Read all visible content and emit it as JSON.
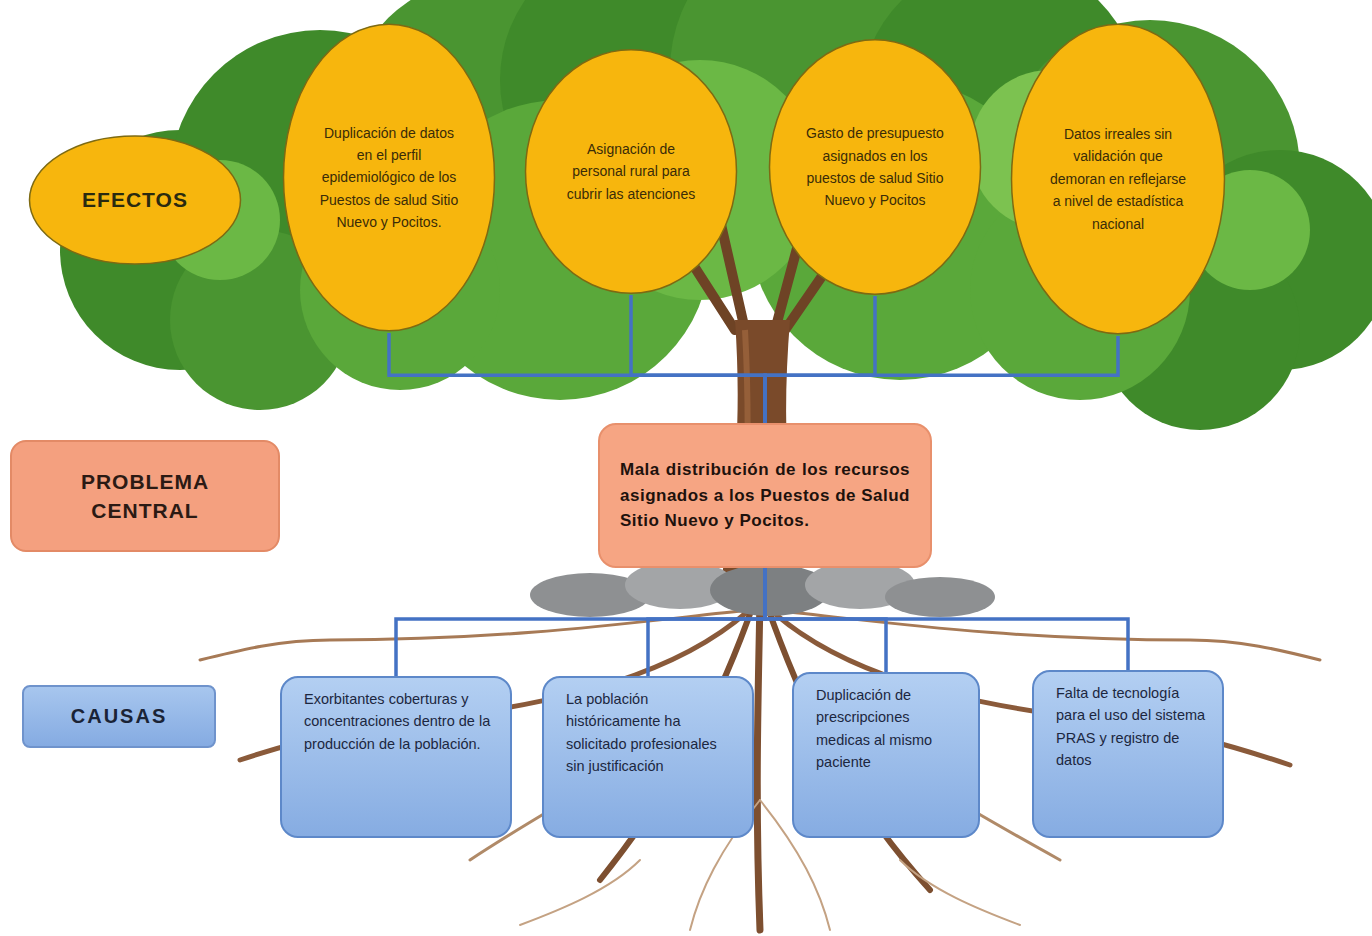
{
  "diagram": {
    "nodes": [
      {
        "text": [
          "EFECTOS"
        ]
      },
      {
        "text": [
          "Duplicación de datos en el perfil epidemiológico de los Puestos de salud Sitio Nuevo y Pocitos."
        ]
      },
      {
        "text": [
          "Asignación de personal rural para cubrir las atenciones"
        ]
      },
      {
        "text": [
          "Gasto de presupuesto asignados en los puestos de salud Sitio Nuevo y Pocitos"
        ]
      },
      {
        "text": [
          "Datos irreales sin validación que demoran en reflejarse a nivel de estadística nacional"
        ]
      },
      {
        "text": [
          "PROBLEMA CENTRAL"
        ]
      },
      {
        "text": [
          "Mala distribución de los recursos asignados a los Puestos de Salud Sitio Nuevo y Pocitos."
        ]
      },
      {
        "text": [
          "CAUSAS"
        ]
      },
      {
        "text": [
          "Exorbitantes coberturas y concentraciones dentro de la producción de la población."
        ]
      },
      {
        "text": [
          "La población históricamente ha solicitado profesionales sin justificación"
        ]
      },
      {
        "text": [
          "Duplicación de prescripciones medicas al mismo paciente"
        ]
      },
      {
        "text": [
          "Falta de tecnología para el uso del sistema PRAS y registro de datos"
        ]
      }
    ],
    "edges": [
      {
        "from": 6,
        "to": 1,
        "arrow": "none"
      },
      {
        "from": 6,
        "to": 2,
        "arrow": "none"
      },
      {
        "from": 6,
        "to": 3,
        "arrow": "none"
      },
      {
        "from": 6,
        "to": 4,
        "arrow": "none"
      },
      {
        "from": 6,
        "to": 8,
        "arrow": "none"
      },
      {
        "from": 6,
        "to": 9,
        "arrow": "none"
      },
      {
        "from": 6,
        "to": 10,
        "arrow": "none"
      },
      {
        "from": 6,
        "to": 11,
        "arrow": "none"
      }
    ]
  }
}
